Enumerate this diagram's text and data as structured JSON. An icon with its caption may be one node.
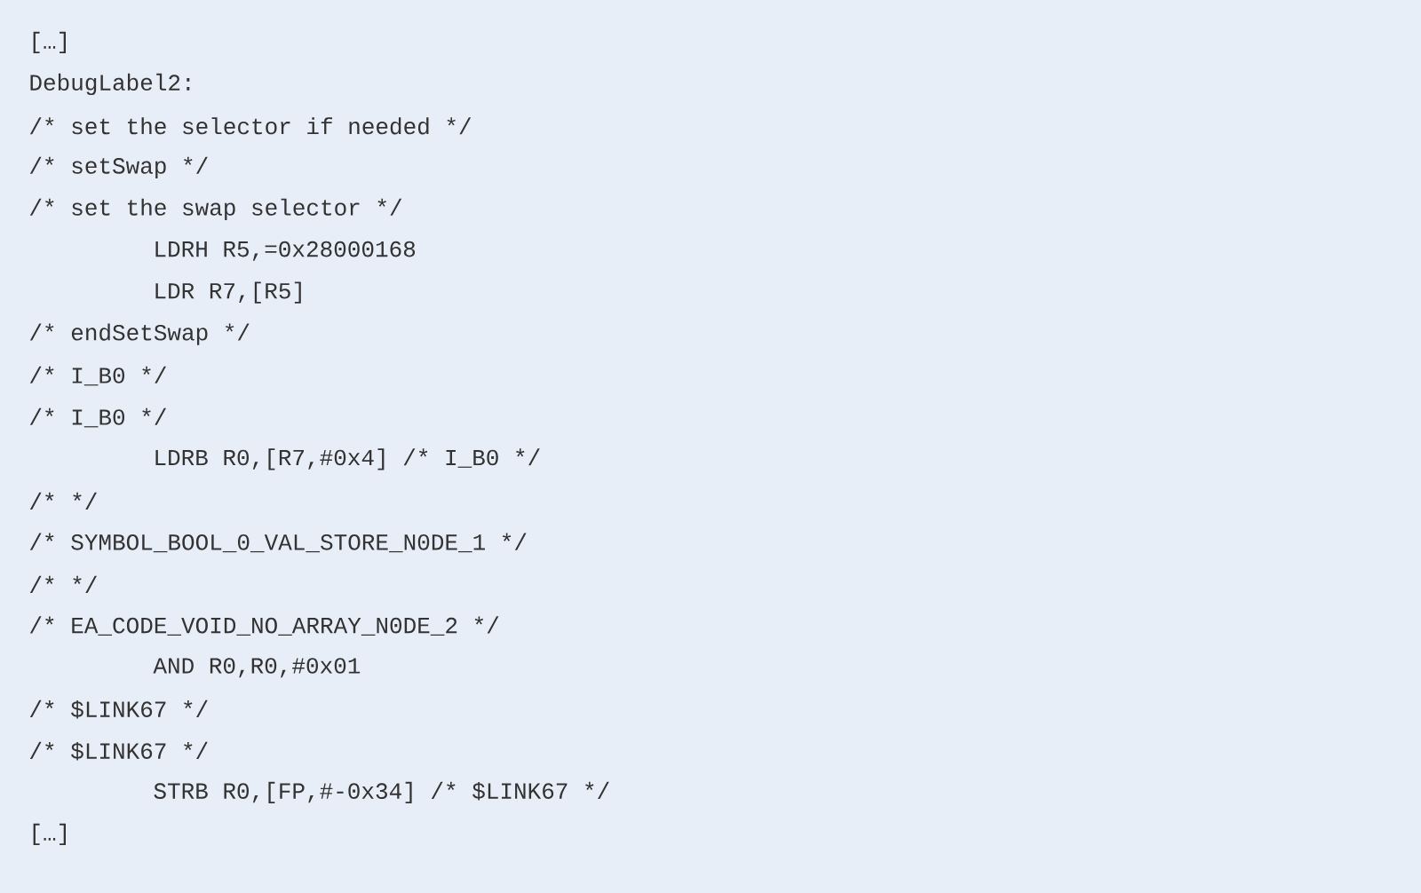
{
  "diagram": {
    "labels": [
      "[…]",
      "DebugLabel2:",
      "/* set the selector if needed */",
      "/* setSwap */",
      "/* set the swap selector */",
      "LDRH R5,=0x28000168",
      "LDR R7,[R5]",
      "/* endSetSwap */",
      "/* I_B0 */",
      "/* I_B0 */",
      "LDRB R0,[R7,#0x4] /* I_B0 */",
      "/* */",
      "/* SYMBOL_BOOL_0_VAL_STORE_N0DE_1 */",
      "/* */",
      "/* EA_CODE_VOID_NO_ARRAY_N0DE_2 */",
      "AND R0,R0,#0x01",
      "/* $LINK67 */",
      "/* $LINK67 */",
      "STRB R0,[FP,#-0x34] /* $LINK67 */",
      "[…]"
    ]
  }
}
